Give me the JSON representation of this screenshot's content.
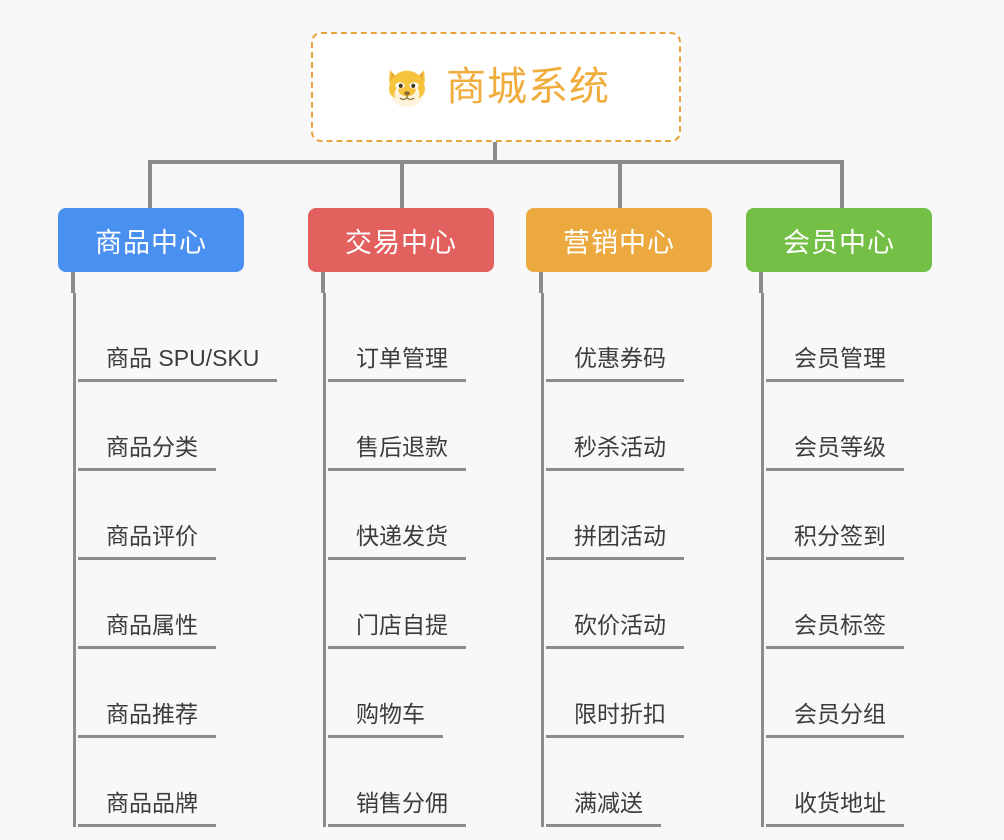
{
  "root": {
    "title": "商城系统",
    "icon": "dog-face-emoji",
    "border_color": "#e8a33d",
    "text_color": "#f0ad3e",
    "background": "#ffffff"
  },
  "canvas": {
    "background": "#f8f8f8",
    "connector_color": "#8c8c8c"
  },
  "columns": [
    {
      "title": "商品中心",
      "color": "#4a90f0",
      "items": [
        "商品 SPU/SKU",
        "商品分类",
        "商品评价",
        "商品属性",
        "商品推荐",
        "商品品牌"
      ]
    },
    {
      "title": "交易中心",
      "color": "#e2605e",
      "items": [
        "订单管理",
        "售后退款",
        "快递发货",
        "门店自提",
        "购物车",
        "销售分佣"
      ]
    },
    {
      "title": "营销中心",
      "color": "#eba93f",
      "items": [
        "优惠券码",
        "秒杀活动",
        "拼团活动",
        "砍价活动",
        "限时折扣",
        "满减送"
      ]
    },
    {
      "title": "会员中心",
      "color": "#74bf45",
      "items": [
        "会员管理",
        "会员等级",
        "积分签到",
        "会员标签",
        "会员分组",
        "收货地址"
      ]
    }
  ]
}
